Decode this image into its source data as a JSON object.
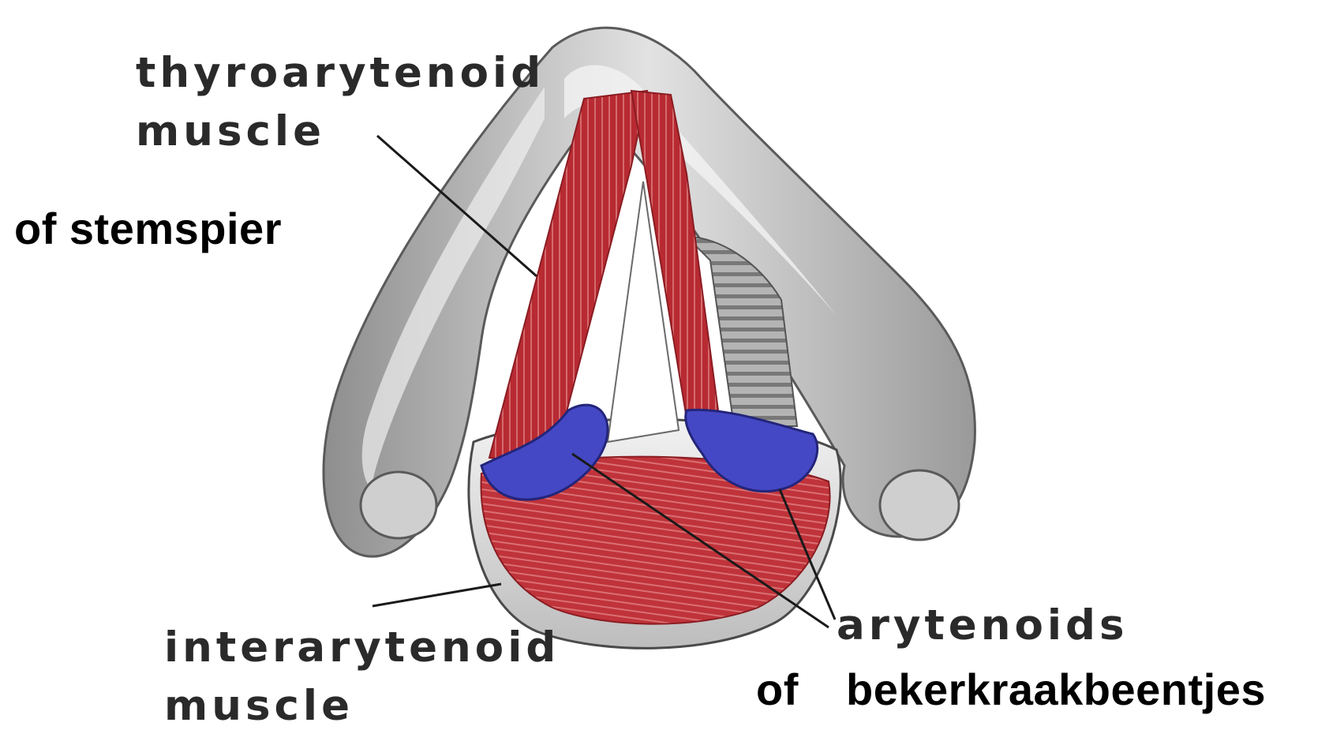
{
  "labels": {
    "thyroarytenoid_line1": "thyroarytenoid",
    "thyroarytenoid_line2": "muscle",
    "stemspier": "of stemspier",
    "interarytenoid_line1": "interarytenoid",
    "interarytenoid_line2": "muscle",
    "arytenoids": "arytenoids",
    "of_word": "of",
    "bekerkraakbeentjes": "bekerkraakbeentjes"
  },
  "colors": {
    "cartilage": "#d4d4d4",
    "cartilage_shadow": "#9a9a9a",
    "muscle": "#bb2a30",
    "arytenoid": "#4448c4",
    "trachea": "#a6a6a6",
    "leader_line": "#1a1a1a"
  }
}
